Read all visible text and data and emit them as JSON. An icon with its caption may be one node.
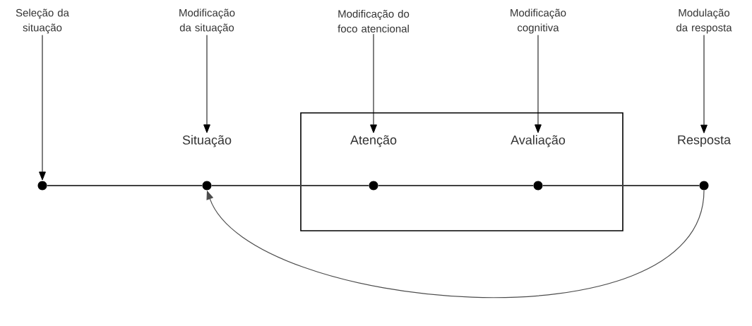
{
  "diagram": {
    "nodes": [
      {
        "text": [
          "Seleção da situação"
        ]
      },
      {
        "text": [
          "Modificação da situação"
        ]
      },
      {
        "text": [
          "Modificação do foco atencional"
        ]
      },
      {
        "text": [
          "Modificação cognitiva"
        ]
      },
      {
        "text": [
          "Modulação da resposta"
        ]
      },
      {
        "text": [],
        "shape": "box"
      },
      {
        "text": [],
        "shape": "circle"
      },
      {
        "text": [
          "Situação"
        ]
      },
      {
        "text": [],
        "shape": "circle"
      },
      {
        "text": [
          "Atenção"
        ],
        "in": 5
      },
      {
        "text": [],
        "shape": "circle",
        "in": 5
      },
      {
        "text": [
          "Avaliação"
        ],
        "in": 5
      },
      {
        "text": [],
        "shape": "circle",
        "in": 5
      },
      {
        "text": [
          "Resposta"
        ]
      },
      {
        "text": [],
        "shape": "circle"
      }
    ],
    "edges": [
      {
        "from": 0,
        "to": 6,
        "arrow": "to"
      },
      {
        "from": 1,
        "to": 7,
        "arrow": "to"
      },
      {
        "from": 2,
        "to": 9,
        "arrow": "to"
      },
      {
        "from": 3,
        "to": 11,
        "arrow": "to"
      },
      {
        "from": 4,
        "to": 13,
        "arrow": "to"
      },
      {
        "from": 6,
        "to": 8,
        "arrow": "none"
      },
      {
        "from": 8,
        "to": 10,
        "arrow": "none"
      },
      {
        "from": 10,
        "to": 12,
        "arrow": "none"
      },
      {
        "from": 12,
        "to": 14,
        "arrow": "none"
      },
      {
        "from": 14,
        "to": 8,
        "arrow": "to"
      }
    ]
  }
}
